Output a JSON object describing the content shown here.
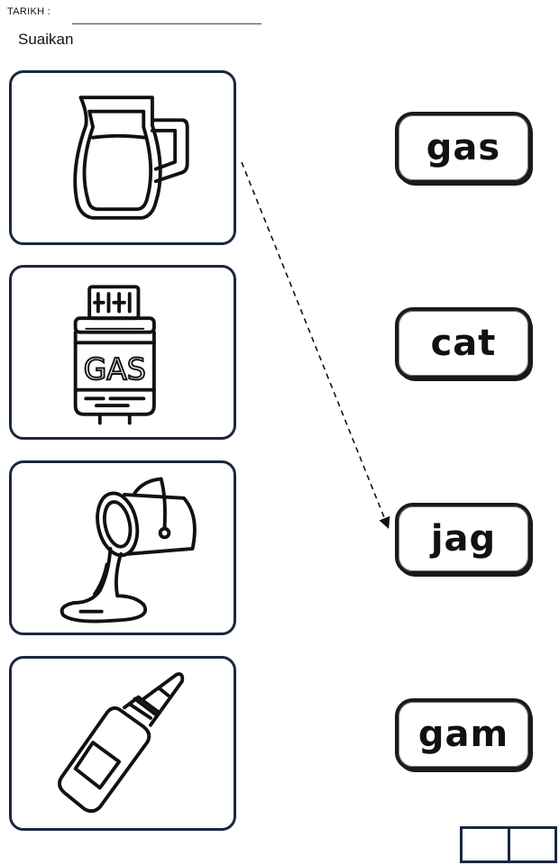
{
  "header": {
    "date_label": "TARIKH :",
    "instruction": "Suaikan"
  },
  "pictures": [
    {
      "icon": "jug-icon"
    },
    {
      "icon": "gas-cylinder-icon",
      "label": "GAS"
    },
    {
      "icon": "paint-can-spill-icon"
    },
    {
      "icon": "glue-bottle-icon"
    }
  ],
  "words": [
    "gas",
    "cat",
    "jag",
    "gam"
  ],
  "example_match": {
    "from_picture": 1,
    "to_word": "jag"
  }
}
